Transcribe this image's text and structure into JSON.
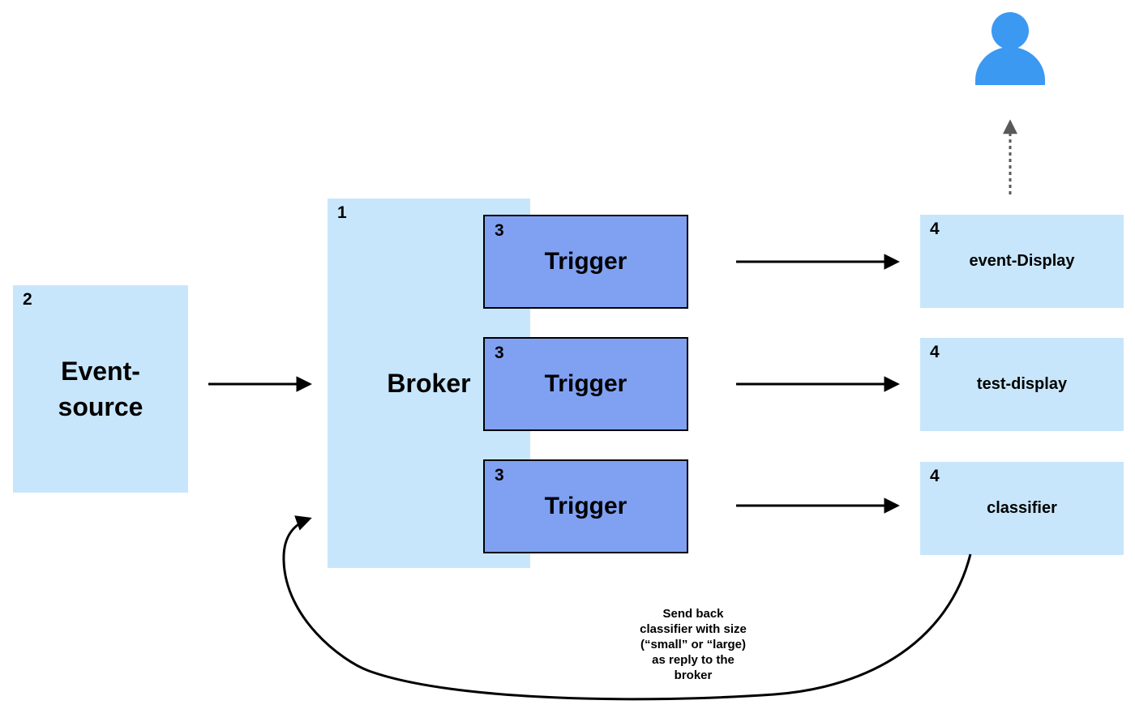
{
  "colors": {
    "light_blue": "#c8e6fb",
    "trigger_blue": "#80a1f2",
    "person_blue": "#3b99f2",
    "arrow_black": "#000000",
    "dotted_gray": "#595959",
    "text_black": "#000000"
  },
  "event_source": {
    "number": "2",
    "lines": [
      "Event-",
      "source"
    ]
  },
  "broker": {
    "number": "1",
    "label": "Broker"
  },
  "triggers": [
    {
      "number": "3",
      "label": "Trigger"
    },
    {
      "number": "3",
      "label": "Trigger"
    },
    {
      "number": "3",
      "label": "Trigger"
    }
  ],
  "sinks": [
    {
      "number": "4",
      "label": "event-Display"
    },
    {
      "number": "4",
      "label": "test-display"
    },
    {
      "number": "4",
      "label": "classifier"
    }
  ],
  "annotation": {
    "lines": [
      "Send back",
      "classifier with size",
      "(“small” or “large)",
      "as reply to the",
      "broker"
    ]
  }
}
